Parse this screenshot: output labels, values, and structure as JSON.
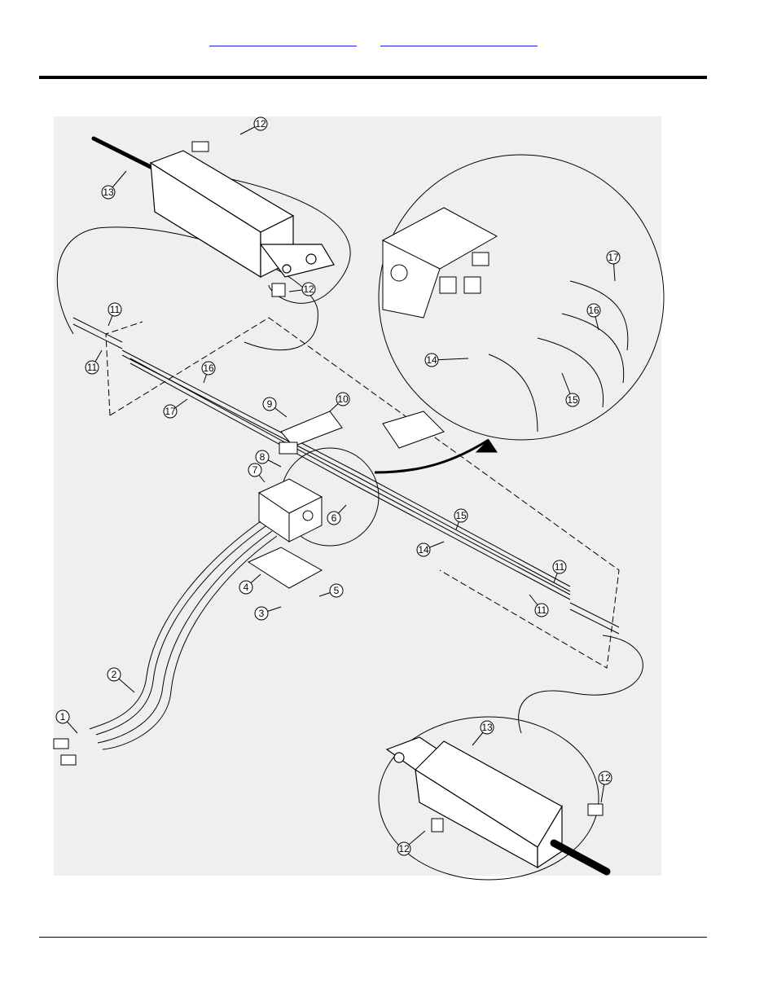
{
  "header": {
    "links": [
      "",
      ""
    ]
  },
  "diagram": {
    "callouts": [
      {
        "id": "c1",
        "label": "1"
      },
      {
        "id": "c2",
        "label": "2"
      },
      {
        "id": "c3",
        "label": "3"
      },
      {
        "id": "c4",
        "label": "4"
      },
      {
        "id": "c5",
        "label": "5"
      },
      {
        "id": "c6",
        "label": "6"
      },
      {
        "id": "c7",
        "label": "7"
      },
      {
        "id": "c8",
        "label": "8"
      },
      {
        "id": "c9",
        "label": "9"
      },
      {
        "id": "c10",
        "label": "10"
      },
      {
        "id": "c11a",
        "label": "11"
      },
      {
        "id": "c11b",
        "label": "11"
      },
      {
        "id": "c11c",
        "label": "11"
      },
      {
        "id": "c11d",
        "label": "11"
      },
      {
        "id": "c12a",
        "label": "12"
      },
      {
        "id": "c12b",
        "label": "12"
      },
      {
        "id": "c12c",
        "label": "12"
      },
      {
        "id": "c12d",
        "label": "12"
      },
      {
        "id": "c13a",
        "label": "13"
      },
      {
        "id": "c13b",
        "label": "13"
      },
      {
        "id": "c14a",
        "label": "14"
      },
      {
        "id": "c14b",
        "label": "14"
      },
      {
        "id": "c15a",
        "label": "15"
      },
      {
        "id": "c15b",
        "label": "15"
      },
      {
        "id": "c16a",
        "label": "16"
      },
      {
        "id": "c16b",
        "label": "16"
      },
      {
        "id": "c17a",
        "label": "17"
      },
      {
        "id": "c17b",
        "label": "17"
      }
    ]
  }
}
